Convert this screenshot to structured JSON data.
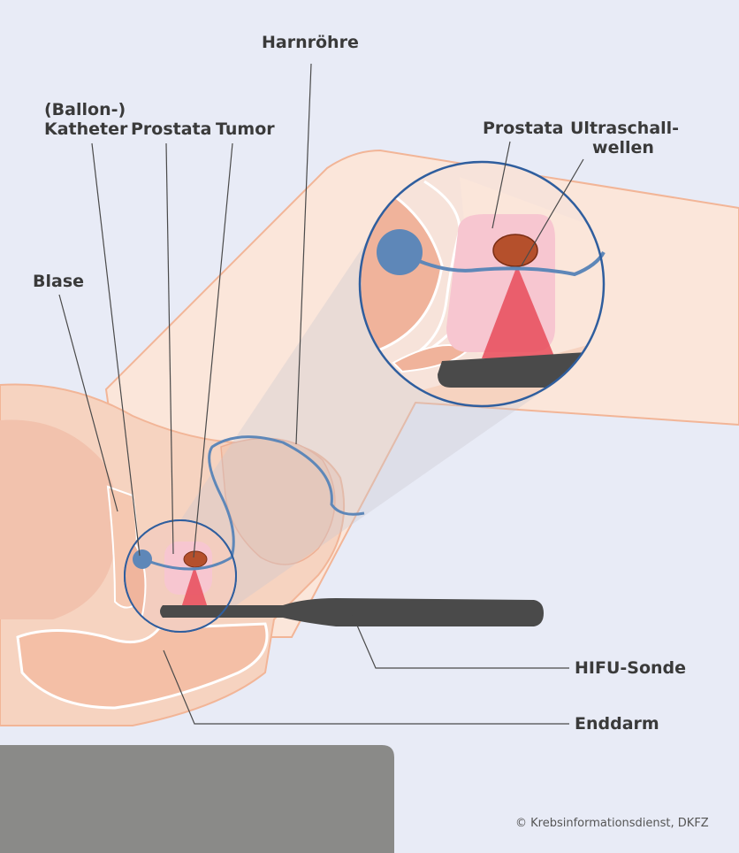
{
  "labels": {
    "harnroehre": "Harnröhre",
    "ballon_katheter": "(Ballon-)\nKatheter",
    "prostata": "Prostata",
    "tumor": "Tumor",
    "blase": "Blase",
    "prostata_zoom": "Prostata",
    "ultraschallwellen": "Ultraschall-\nwellen",
    "hifu_sonde": "HIFU-Sonde",
    "enddarm": "Enddarm"
  },
  "credit": "© Krebsinformationsdienst, DKFZ",
  "colors": {
    "background": "#e8ebf6",
    "skin_light": "#fbe6da",
    "skin_mid": "#f6d3c0",
    "skin_outline": "#f2b597",
    "organ": "#f2b8a0",
    "prostata": "#f7c6d0",
    "tumor": "#b5502c",
    "beam": "#e84b5a",
    "catheter": "#5e87b8",
    "probe": "#4a4a4a",
    "table": "#8a8a88",
    "circle_outline": "#2f5e9e",
    "leader": "#4a4a4a"
  }
}
